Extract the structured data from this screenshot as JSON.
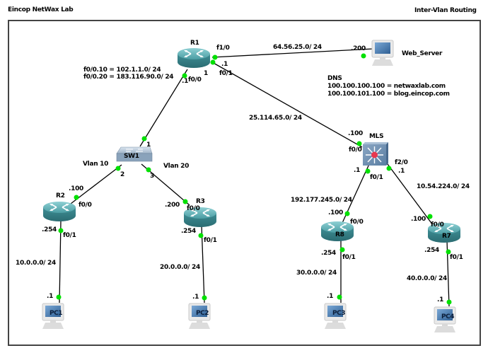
{
  "header": {
    "lab_title": "Eincop NetWax Lab",
    "topic_title": "Inter-Vlan Routing"
  },
  "colors": {
    "link": "#000000",
    "port_dot": "#00e000",
    "router_body": "#3f8e95",
    "switch_body": "#8aa3bb",
    "mls_body": "#6f8fb0",
    "frame": "#444444"
  },
  "devices": {
    "r1": {
      "label": "R1",
      "type": "router"
    },
    "r2": {
      "label": "R2",
      "type": "router"
    },
    "r3": {
      "label": "R3",
      "type": "router"
    },
    "r7": {
      "label": "R7",
      "type": "router"
    },
    "r8": {
      "label": "R8",
      "type": "router"
    },
    "sw1": {
      "label": "SW1",
      "type": "switch"
    },
    "mls": {
      "label": "MLS",
      "type": "multilayer-switch"
    },
    "web_server": {
      "label": "Web_Server",
      "type": "workstation"
    },
    "pc1": {
      "label": "PC1",
      "type": "workstation"
    },
    "pc2": {
      "label": "PC2",
      "type": "workstation"
    },
    "pc3": {
      "label": "PC3",
      "type": "workstation"
    },
    "pc4": {
      "label": "PC4",
      "type": "workstation"
    }
  },
  "annotations": {
    "subinterfaces": [
      "f0/0.10 = 102.1.1.0/ 24",
      "f0/0.20 = 183.116.90.0/ 24"
    ],
    "dns_title": "DNS",
    "dns_entries": [
      "100.100.100.100 = netwaxlab.com",
      "100.100.101.100 = blog.eincop.com"
    ],
    "vlan10": "Vlan 10",
    "vlan20": "Vlan 20"
  },
  "links": [
    {
      "from": "r1",
      "to": "web_server",
      "network": "64.56.25.0/ 24",
      "from_port": "f1/0",
      "to_addr": ".200"
    },
    {
      "from": "r1",
      "to": "mls",
      "network": "25.114.65.0/ 24",
      "from_port": "f0/1",
      "from_addr": ".1",
      "to_port": "f0/0",
      "to_addr": ".100"
    },
    {
      "from": "r1",
      "to": "sw1",
      "from_port": "f0/0",
      "from_addr": ".1",
      "to_port": "1"
    },
    {
      "from": "sw1",
      "to": "r2",
      "from_port": "2",
      "to_port": "f0/0",
      "to_addr": ".100"
    },
    {
      "from": "sw1",
      "to": "r3",
      "from_port": "3",
      "to_port": "f0/0",
      "to_addr": ".200"
    },
    {
      "from": "r2",
      "to": "pc1",
      "network": "10.0.0.0/ 24",
      "from_port": "f0/1",
      "from_addr": ".254",
      "to_addr": ".1"
    },
    {
      "from": "r3",
      "to": "pc2",
      "network": "20.0.0.0/ 24",
      "from_port": "f0/1",
      "from_addr": ".254",
      "to_addr": ".1"
    },
    {
      "from": "mls",
      "to": "r8",
      "network": "192.177.245.0/ 24",
      "from_port": "f0/1",
      "from_addr": ".1",
      "to_port": "f0/0",
      "to_addr": ".100"
    },
    {
      "from": "mls",
      "to": "r7",
      "network": "10.54.224.0/ 24",
      "from_port": "f2/0",
      "from_addr": ".1",
      "to_port": "f0/0",
      "to_addr": ".100"
    },
    {
      "from": "r8",
      "to": "pc3",
      "network": "30.0.0.0/ 24",
      "from_port": "f0/1",
      "from_addr": ".254",
      "to_addr": ".1"
    },
    {
      "from": "r7",
      "to": "pc4",
      "network": "40.0.0.0/ 24",
      "from_port": "f0/1",
      "from_addr": ".254",
      "to_addr": ".1"
    }
  ]
}
